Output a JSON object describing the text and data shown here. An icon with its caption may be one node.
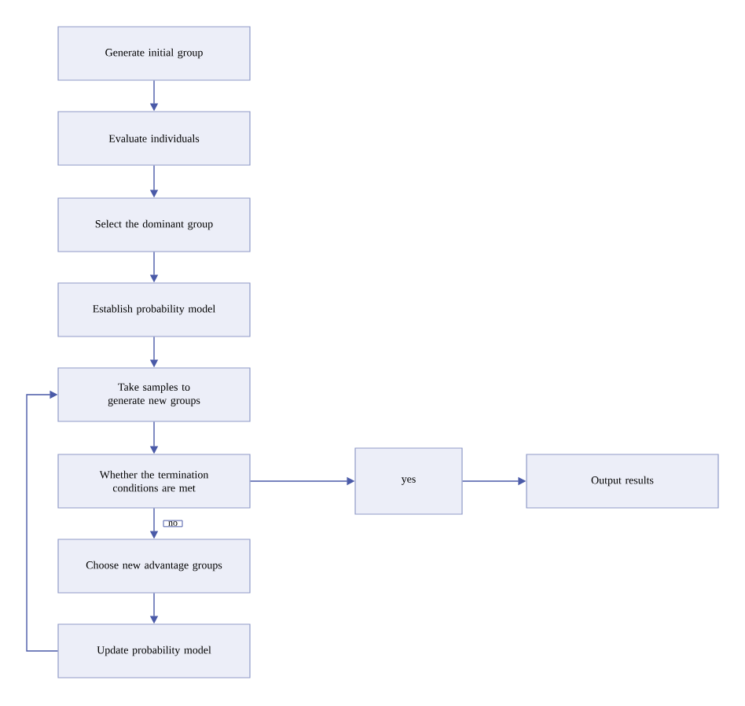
{
  "diagram": {
    "nodes": [
      {
        "text": [
          "Generate initial group"
        ]
      },
      {
        "text": [
          "Evaluate individuals"
        ]
      },
      {
        "text": [
          "Select the dominant group"
        ]
      },
      {
        "text": [
          "Establish probability model"
        ]
      },
      {
        "text": [
          "Take samples to generate new groups"
        ]
      },
      {
        "text": [
          "Whether the termination conditions are met"
        ]
      },
      {
        "text": [
          "Choose new advantage groups"
        ]
      },
      {
        "text": [
          "Update probability model"
        ]
      },
      {
        "text": [
          "yes"
        ]
      },
      {
        "text": [
          "Output results"
        ]
      }
    ],
    "edges": [
      {
        "from": 0,
        "to": 1,
        "arrow": "to"
      },
      {
        "from": 1,
        "to": 2,
        "arrow": "to"
      },
      {
        "from": 2,
        "to": 3,
        "arrow": "to"
      },
      {
        "from": 3,
        "to": 4,
        "arrow": "to"
      },
      {
        "from": 4,
        "to": 5,
        "arrow": "to"
      },
      {
        "from": 5,
        "to": 6,
        "arrow": "to",
        "label": "no"
      },
      {
        "from": 6,
        "to": 7,
        "arrow": "to"
      },
      {
        "from": 7,
        "to": 4,
        "arrow": "to"
      },
      {
        "from": 5,
        "to": 8,
        "arrow": "to"
      },
      {
        "from": 8,
        "to": 9,
        "arrow": "to"
      }
    ]
  }
}
